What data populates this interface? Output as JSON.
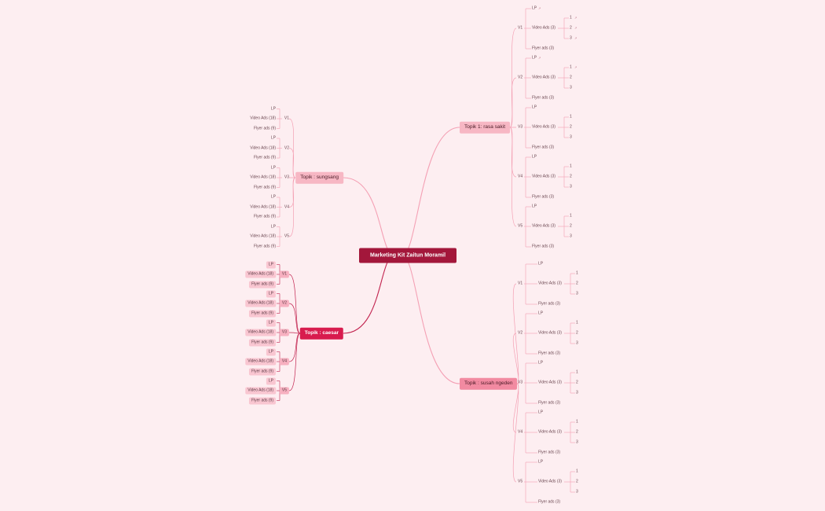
{
  "map": {
    "central": "Marketing Kit Zaitun Moramil",
    "topics": [
      {
        "label": "Topik 1: rasa sakit",
        "side": "right",
        "style": "topic-light",
        "versions": [
          {
            "label": "V1",
            "children": [
              {
                "label": "LP",
                "icon": "link-icon"
              },
              {
                "label": "Video Ads (3)",
                "items": [
                  {
                    "label": "1",
                    "icon": "link-icon"
                  },
                  {
                    "label": "2",
                    "icon": "link-icon"
                  },
                  {
                    "label": "3",
                    "icon": "link-icon"
                  }
                ]
              },
              {
                "label": "Flyer ads (3)"
              }
            ]
          },
          {
            "label": "V2",
            "children": [
              {
                "label": "LP",
                "icon": "link-icon"
              },
              {
                "label": "Video Ads (3)",
                "items": [
                  {
                    "label": "1",
                    "icon": "link-icon"
                  },
                  {
                    "label": "2"
                  },
                  {
                    "label": "3"
                  }
                ]
              },
              {
                "label": "Flyer ads (3)"
              }
            ]
          },
          {
            "label": "V3",
            "children": [
              {
                "label": "LP"
              },
              {
                "label": "Video Ads (3)",
                "items": [
                  {
                    "label": "1"
                  },
                  {
                    "label": "2"
                  },
                  {
                    "label": "3"
                  }
                ]
              },
              {
                "label": "Flyer ads (3)"
              }
            ]
          },
          {
            "label": "V4",
            "children": [
              {
                "label": "LP"
              },
              {
                "label": "Video Ads (3)",
                "items": [
                  {
                    "label": "1"
                  },
                  {
                    "label": "2"
                  },
                  {
                    "label": "3"
                  }
                ]
              },
              {
                "label": "Flyer ads (3)"
              }
            ]
          },
          {
            "label": "V5",
            "children": [
              {
                "label": "LP"
              },
              {
                "label": "Video Ads (3)",
                "items": [
                  {
                    "label": "1"
                  },
                  {
                    "label": "2"
                  },
                  {
                    "label": "3"
                  }
                ]
              },
              {
                "label": "Flyer ads (3)"
              }
            ]
          }
        ]
      },
      {
        "label": "Topik : susah ngeden",
        "side": "right",
        "style": "topic-mid",
        "versions": [
          {
            "label": "V1",
            "children": [
              {
                "label": "LP"
              },
              {
                "label": "Video Ads (3)",
                "items": [
                  {
                    "label": "1"
                  },
                  {
                    "label": "2"
                  },
                  {
                    "label": "3"
                  }
                ]
              },
              {
                "label": "Flyer ads (3)"
              }
            ]
          },
          {
            "label": "V2",
            "children": [
              {
                "label": "LP"
              },
              {
                "label": "Video Ads (3)",
                "items": [
                  {
                    "label": "1"
                  },
                  {
                    "label": "2"
                  },
                  {
                    "label": "3"
                  }
                ]
              },
              {
                "label": "Flyer ads (3)"
              }
            ]
          },
          {
            "label": "V3",
            "children": [
              {
                "label": "LP"
              },
              {
                "label": "Video Ads (3)",
                "items": [
                  {
                    "label": "1"
                  },
                  {
                    "label": "2"
                  },
                  {
                    "label": "3"
                  }
                ]
              },
              {
                "label": "Flyer ads (3)"
              }
            ]
          },
          {
            "label": "V4",
            "children": [
              {
                "label": "LP"
              },
              {
                "label": "Video Ads (3)",
                "items": [
                  {
                    "label": "1"
                  },
                  {
                    "label": "2"
                  },
                  {
                    "label": "3"
                  }
                ]
              },
              {
                "label": "Flyer ads (3)"
              }
            ]
          },
          {
            "label": "V5",
            "children": [
              {
                "label": "LP"
              },
              {
                "label": "Video Ads (3)",
                "items": [
                  {
                    "label": "1"
                  },
                  {
                    "label": "2"
                  },
                  {
                    "label": "3"
                  }
                ]
              },
              {
                "label": "Flyer ads (3)"
              }
            ]
          }
        ]
      },
      {
        "label": "Topik : sungsang",
        "side": "left",
        "style": "topic-light",
        "versions": [
          {
            "label": "V1",
            "children": [
              {
                "label": "LP"
              },
              {
                "label": "Video Ads (18)"
              },
              {
                "label": "Flyer ads (9)"
              }
            ]
          },
          {
            "label": "V2",
            "children": [
              {
                "label": "LP"
              },
              {
                "label": "Video Ads (18)"
              },
              {
                "label": "Flyer ads (9)"
              }
            ]
          },
          {
            "label": "V3",
            "children": [
              {
                "label": "LP"
              },
              {
                "label": "Video Ads (18)"
              },
              {
                "label": "Flyer ads (9)"
              }
            ]
          },
          {
            "label": "V4",
            "children": [
              {
                "label": "LP"
              },
              {
                "label": "Video Ads (18)"
              },
              {
                "label": "Flyer ads (9)"
              }
            ]
          },
          {
            "label": "V5",
            "children": [
              {
                "label": "LP"
              },
              {
                "label": "Video Ads (18)"
              },
              {
                "label": "Flyer ads (9)"
              }
            ]
          }
        ]
      },
      {
        "label": "Topik : caesar",
        "side": "left",
        "style": "topic-dark",
        "versions": [
          {
            "label": "V1",
            "children": [
              {
                "label": "LP"
              },
              {
                "label": "Video Ads (18)"
              },
              {
                "label": "Flyer ads (9)"
              }
            ]
          },
          {
            "label": "V2",
            "children": [
              {
                "label": "LP"
              },
              {
                "label": "Video Ads (18)"
              },
              {
                "label": "Flyer ads (9)"
              }
            ]
          },
          {
            "label": "V3",
            "children": [
              {
                "label": "LP"
              },
              {
                "label": "Video Ads (18)"
              },
              {
                "label": "Flyer ads (9)"
              }
            ]
          },
          {
            "label": "V4",
            "children": [
              {
                "label": "LP"
              },
              {
                "label": "Video Ads (18)"
              },
              {
                "label": "Flyer ads (9)"
              }
            ]
          },
          {
            "label": "V5",
            "children": [
              {
                "label": "LP"
              },
              {
                "label": "Video Ads (18)"
              },
              {
                "label": "Flyer ads (9)"
              }
            ]
          }
        ]
      }
    ]
  },
  "colors": {
    "background": "#fdeef1",
    "central": "#a3173b",
    "line_light": "#f4a0b4",
    "line_dark": "#c2234f",
    "topic_light": "#f7b7c4",
    "topic_mid": "#f28aa1",
    "topic_dark": "#d81b4e"
  }
}
